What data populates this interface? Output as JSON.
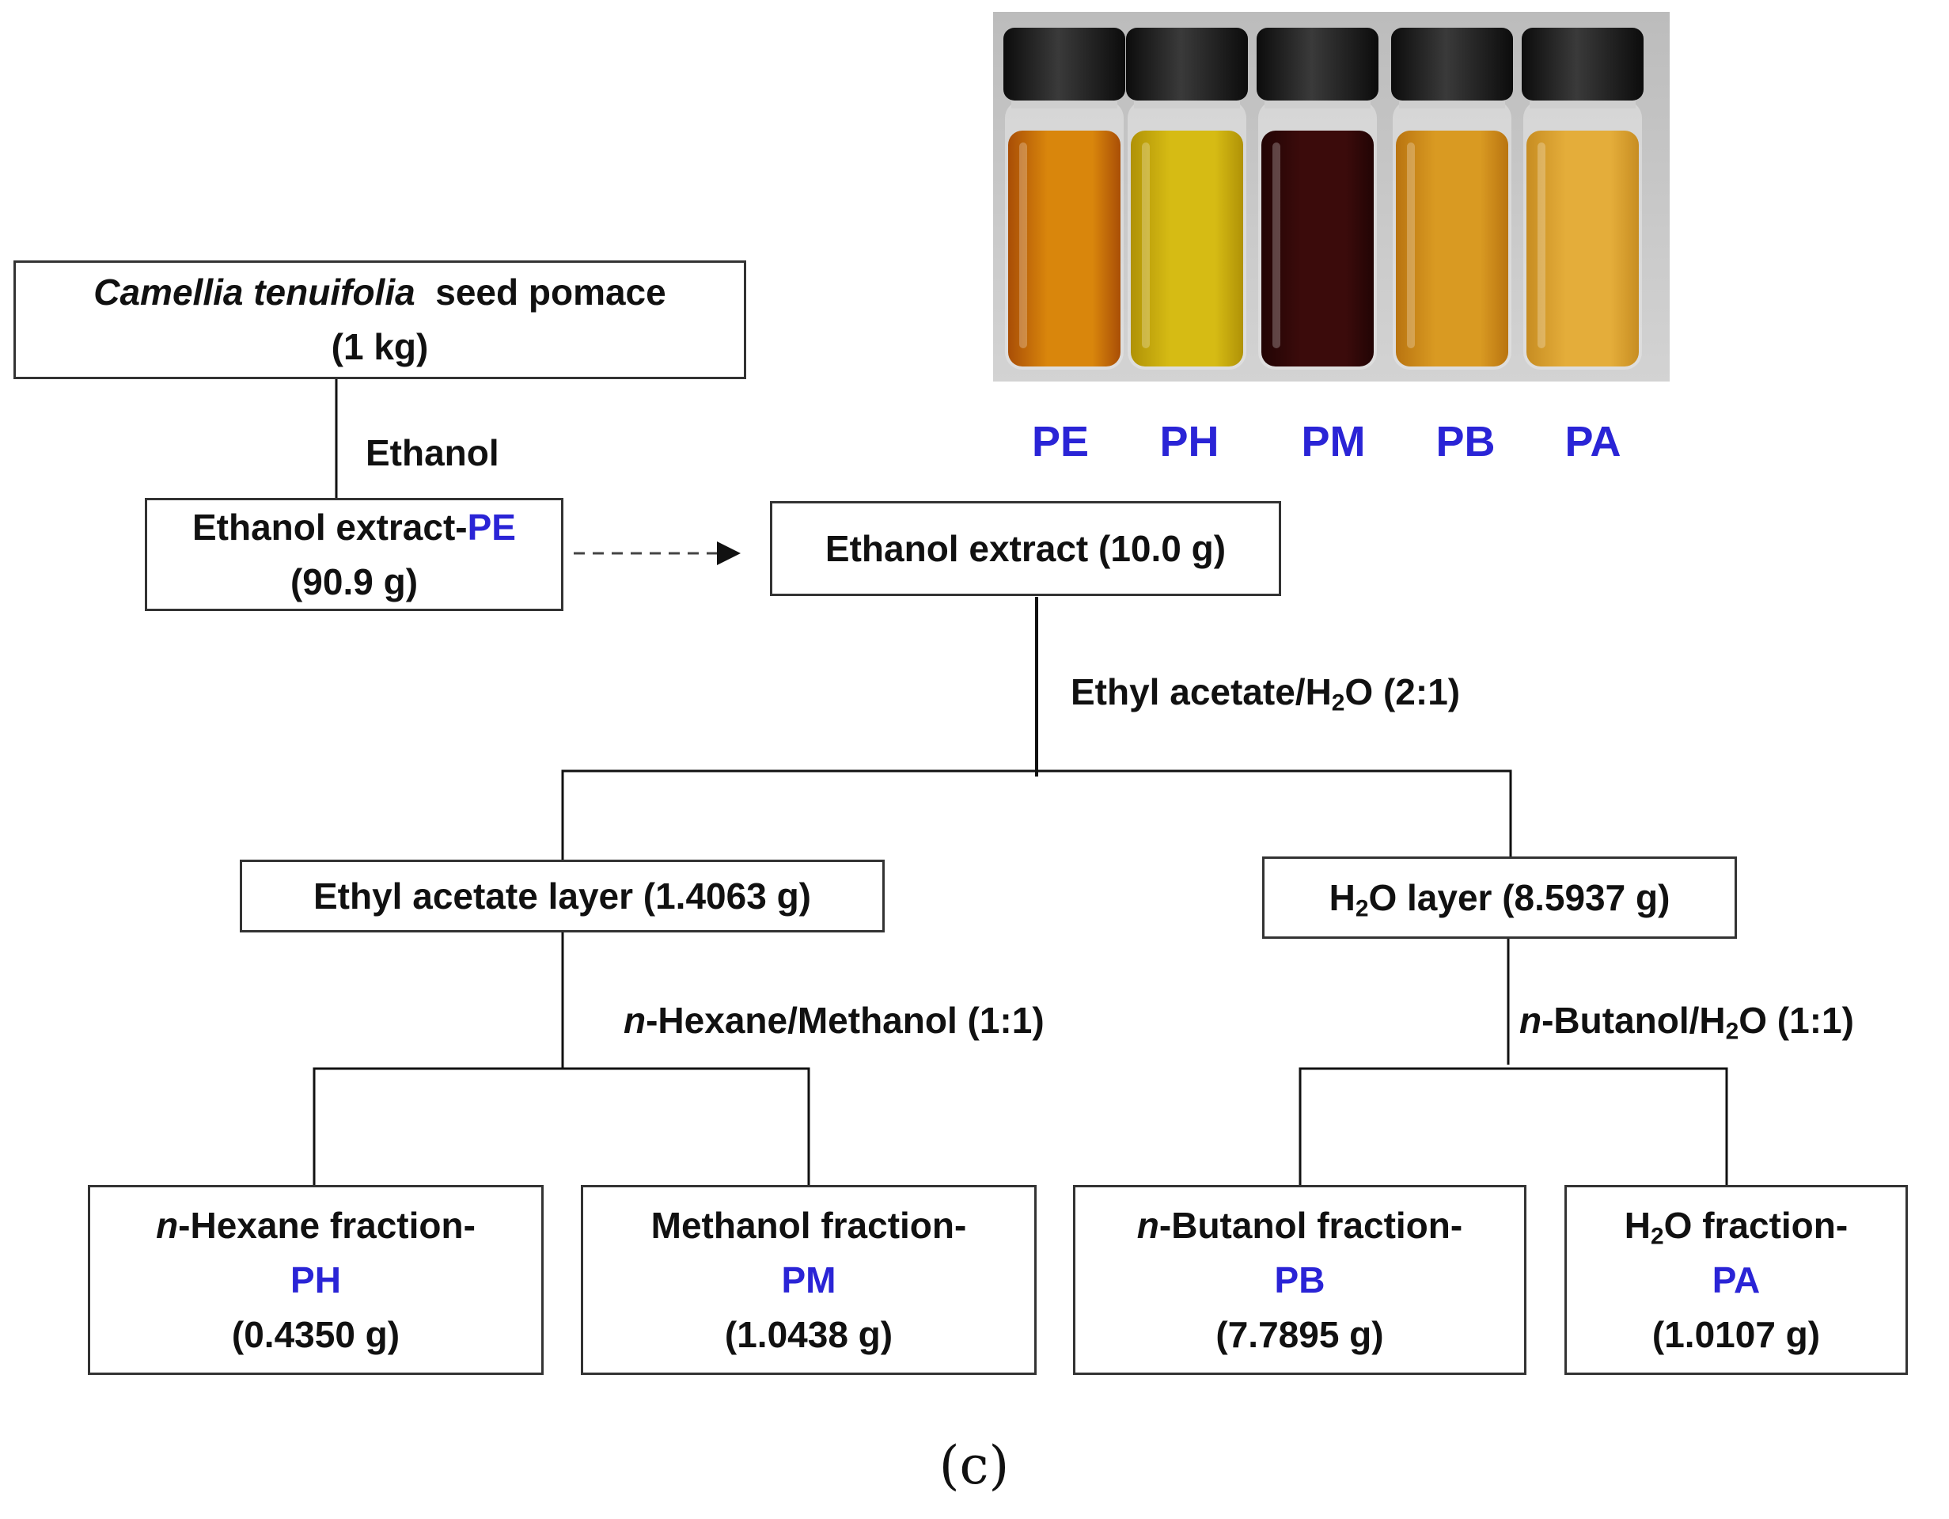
{
  "photo": {
    "vials": [
      {
        "code": "PE",
        "liquid": "#d9860c",
        "liquid_dark": "#a94e06"
      },
      {
        "code": "PH",
        "liquid": "#d6bb14",
        "liquid_dark": "#b09207"
      },
      {
        "code": "PM",
        "liquid": "#3b0b0b",
        "liquid_dark": "#220404"
      },
      {
        "code": "PB",
        "liquid": "#d99a22",
        "liquid_dark": "#b97410"
      },
      {
        "code": "PA",
        "liquid": "#e4ad3a",
        "liquid_dark": "#c78d22"
      }
    ]
  },
  "boxes": {
    "pomace": {
      "species": "Camellia tenuifolia",
      "suffix": "seed pomace",
      "amount": "(1 kg)"
    },
    "ethanol_extract_pe": {
      "label": "Ethanol  extract-",
      "code": "PE",
      "amount": "(90.9 g)"
    },
    "ethanol_extract_10g": {
      "label": "Ethanol extract (10.0 g)"
    },
    "ethyl_acetate_layer": {
      "label": "Ethyl acetate layer (1.4063 g)"
    },
    "h2o_layer": {
      "pre": "H",
      "sub": "2",
      "post": "O layer (8.5937 g)"
    },
    "hexane_fraction": {
      "prefix": "n",
      "label": "-Hexane fraction-",
      "code": "PH",
      "amount": "(0.4350 g)"
    },
    "methanol_fraction": {
      "label": "Methanol fraction-",
      "code": "PM",
      "amount": "(1.0438 g)"
    },
    "butanol_fraction": {
      "prefix": "n",
      "label": "-Butanol fraction-",
      "code": "PB",
      "amount": "(7.7895 g)"
    },
    "h2o_fraction": {
      "pre": "H",
      "sub": "2",
      "post": "O fraction-",
      "code": "PA",
      "amount": "(1.0107 g)"
    }
  },
  "edges": {
    "ethanol": "Ethanol",
    "partition1": {
      "pre": "Ethyl acetate/H",
      "sub": "2",
      "post": "O (2:1)"
    },
    "partition2": {
      "prefix": "n",
      "post": "-Hexane/Methanol (1:1)"
    },
    "partition3": {
      "prefix": "n",
      "pre": "-Butanol/H",
      "sub": "2",
      "post": "O (1:1)"
    }
  },
  "caption": "(c)",
  "colors": {
    "code_blue": "#2a24d6",
    "line": "#333333"
  }
}
